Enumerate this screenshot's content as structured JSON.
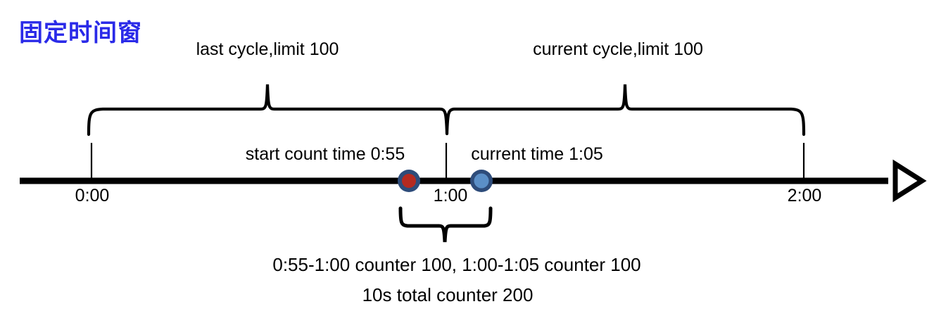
{
  "title": "固定时间窗",
  "colors": {
    "title": "#2a2ae8",
    "line": "#000000",
    "dot_ring": "#2e4c7a",
    "dot_start_fill": "#b52a20",
    "dot_current_fill": "#5b8fc7"
  },
  "braces": {
    "last_cycle_label": "last cycle,limit 100",
    "current_cycle_label": "current cycle,limit 100"
  },
  "markers": {
    "start_count": "start count time 0:55",
    "current_time": "current time 1:05"
  },
  "axis": {
    "ticks": [
      {
        "label": "0:00"
      },
      {
        "label": "1:00"
      },
      {
        "label": "2:00"
      }
    ],
    "arrow_icon": "right-arrow-icon"
  },
  "summary": {
    "line1": "0:55-1:00 counter 100, 1:00-1:05 counter 100",
    "line2": "10s total counter 200"
  },
  "chart_data": {
    "type": "timeline",
    "title": "固定时间窗",
    "axis_range": [
      "0:00",
      "2:00"
    ],
    "tick_labels": [
      "0:00",
      "1:00",
      "2:00"
    ],
    "windows": [
      {
        "name": "last cycle",
        "start": "0:00",
        "end": "1:00",
        "limit": 100
      },
      {
        "name": "current cycle",
        "start": "1:00",
        "end": "2:00",
        "limit": 100
      }
    ],
    "points": [
      {
        "name": "start count time",
        "time": "0:55",
        "color": "#b52a20"
      },
      {
        "name": "current time",
        "time": "1:05",
        "color": "#5b8fc7"
      }
    ],
    "counters": [
      {
        "range": "0:55-1:00",
        "counter": 100
      },
      {
        "range": "1:00-1:05",
        "counter": 100
      }
    ],
    "total": {
      "window": "10s",
      "counter": 200
    }
  }
}
